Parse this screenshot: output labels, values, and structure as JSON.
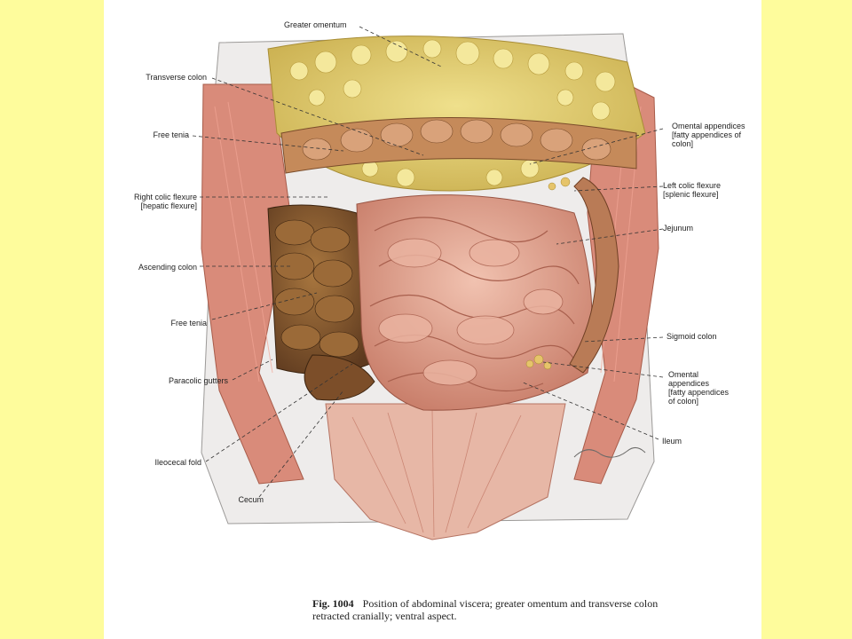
{
  "labels": {
    "greater_omentum": "Greater omentum",
    "transverse_colon": "Transverse colon",
    "free_tenia_upper": "Free tenia",
    "right_colic_flexure": [
      "Right colic flexure",
      "[hepatic flexure]"
    ],
    "ascending_colon": "Ascending colon",
    "free_tenia_lower": "Free tenia",
    "paracolic_gutters": "Paracolic gutters",
    "ileocecal_fold": "Ileocecal fold",
    "cecum": "Cecum",
    "omental_appendices_upper": [
      "Omental appendices",
      "[fatty appendices of",
      "colon]"
    ],
    "left_colic_flexure": [
      "Left colic flexure",
      "[splenic flexure]"
    ],
    "jejunum": "Jejunum",
    "sigmoid_colon": "Sigmoid colon",
    "omental_appendices_lower": [
      "Omental",
      "appendices",
      "[fatty appendices",
      "of colon]"
    ],
    "ileum": "Ileum"
  },
  "caption": {
    "figure": "Fig. 1004",
    "text": "Position of abdominal viscera; greater omentum and transverse colon retracted cranially; ventral aspect."
  },
  "colors": {
    "background": "#fefc9c",
    "page": "#ffffff",
    "omentum": "#e3cf6e",
    "intestine": "#d99683",
    "colon": "#8a5a35",
    "muscle": "#d98b7a"
  }
}
